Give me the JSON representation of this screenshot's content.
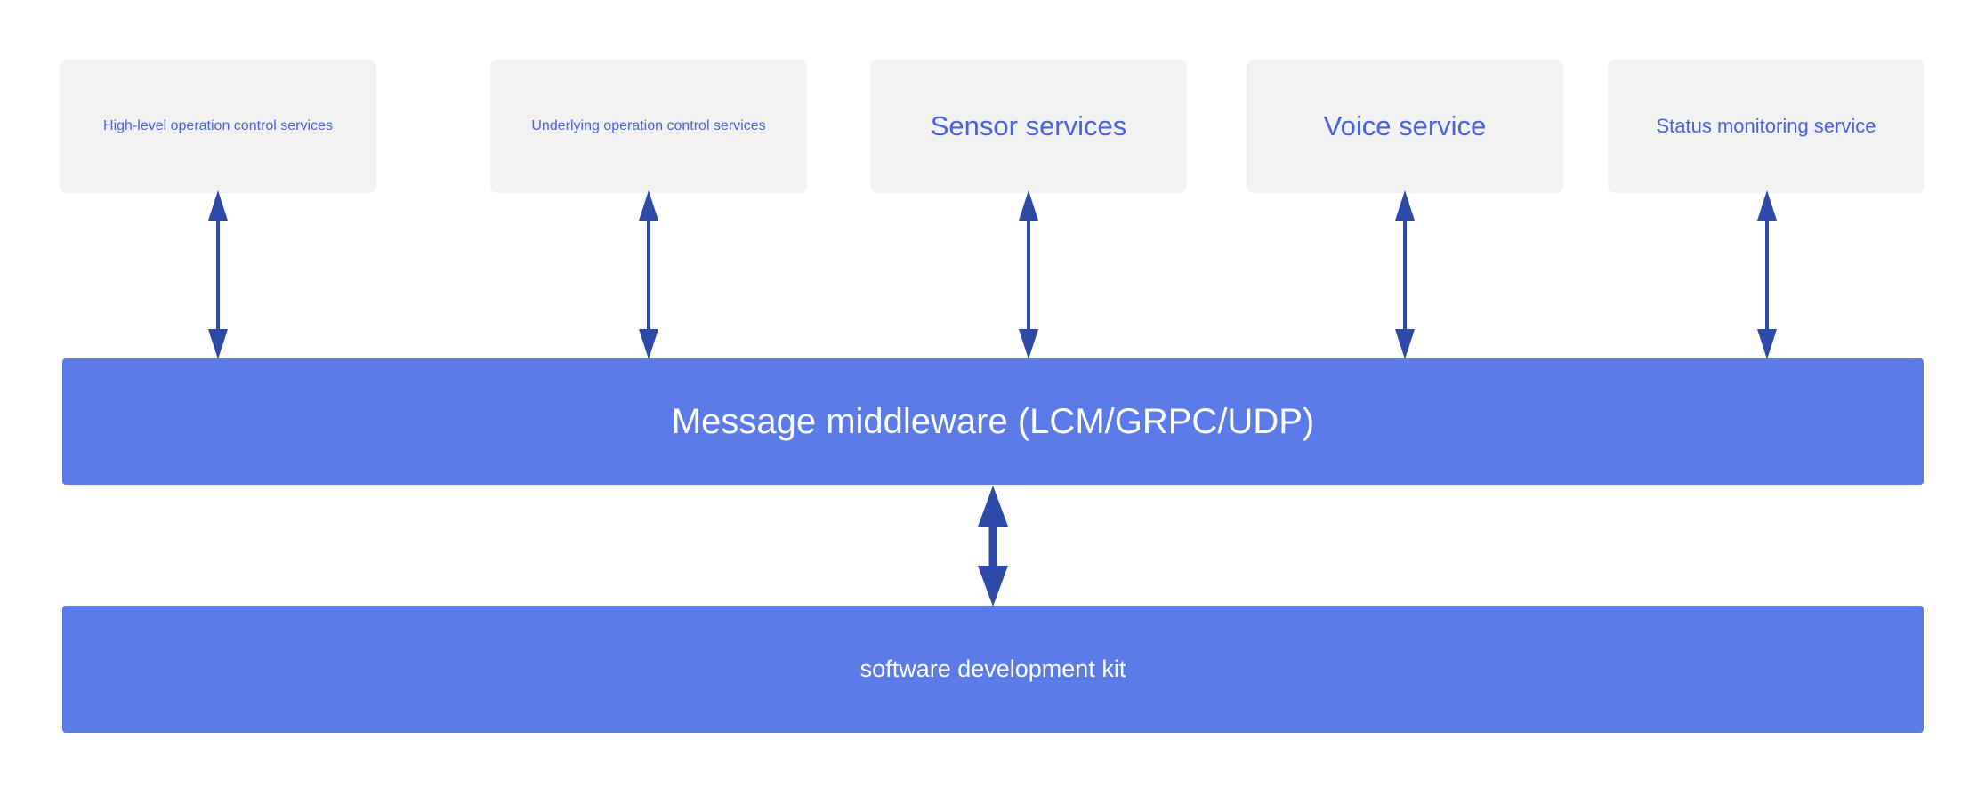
{
  "services": [
    {
      "label": "High-level operation control services"
    },
    {
      "label": "Underlying operation control services"
    },
    {
      "label": "Sensor services"
    },
    {
      "label": "Voice service"
    },
    {
      "label": "Status monitoring service"
    }
  ],
  "middleware": {
    "label": "Message middleware (LCM/GRPC/UDP)"
  },
  "sdk": {
    "label": "software development kit"
  },
  "colors": {
    "box_fill": "#f2f2f2",
    "box_text": "#4a62e0",
    "bar_fill": "#5b7be8",
    "bar_text": "#ffffff",
    "arrow": "#2e4aa8"
  }
}
